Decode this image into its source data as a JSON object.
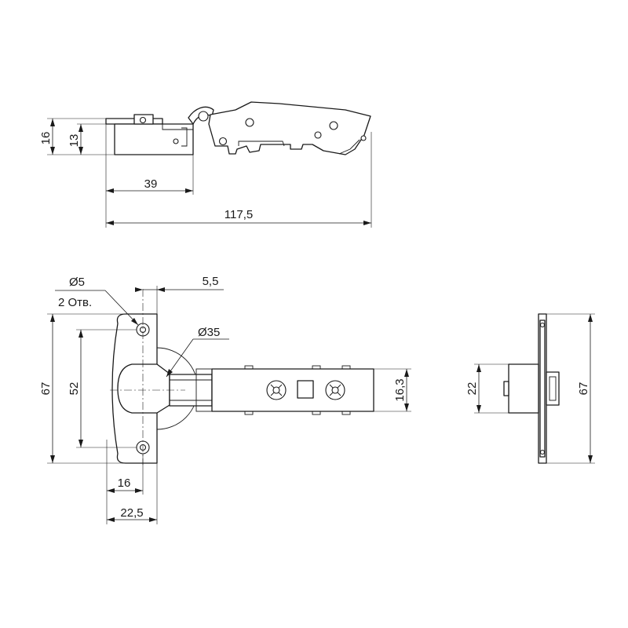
{
  "drawing": {
    "side_view": {
      "dim_height_total": "16",
      "dim_height_cup": "13",
      "dim_cup_length": "39",
      "dim_total_length": "117,5"
    },
    "front_view": {
      "dim_hole_diameter": "Ø5",
      "dim_hole_count": "2 Отв.",
      "dim_hole_offset": "5,5",
      "dim_cup_diameter": "Ø35",
      "dim_plate_height": "67",
      "dim_hole_spacing": "52",
      "dim_arm_width": "16,3",
      "dim_cup_offset": "16",
      "dim_plate_width": "22,5"
    },
    "end_view": {
      "dim_body_height": "22",
      "dim_plate_height": "67"
    }
  }
}
